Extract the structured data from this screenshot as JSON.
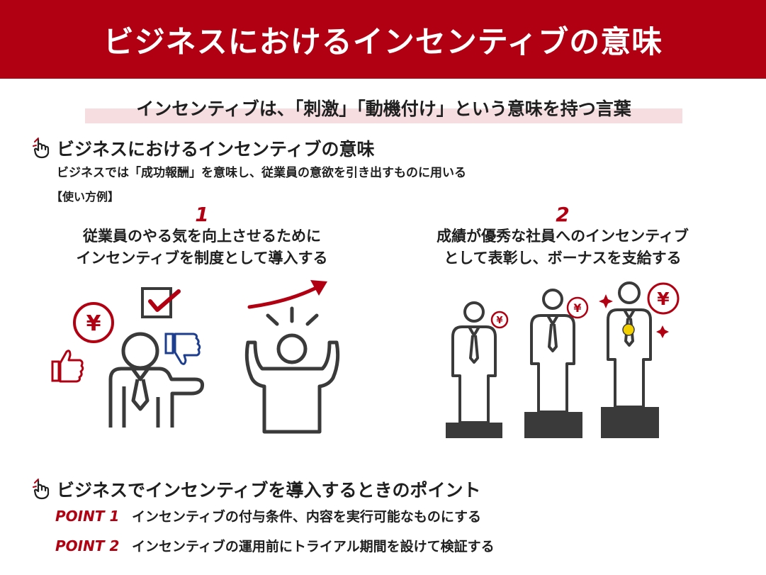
{
  "title": "ビジネスにおけるインセンティブの意味",
  "subtitle": "インセンティブは、「刺激」「動機付け」という意味を持つ言葉",
  "section1": {
    "heading": "ビジネスにおけるインセンティブの意味",
    "description": "ビジネスでは「成功報酬」を意味し、従業員の意欲を引き出すものに用いる",
    "usage_label": "【使い方例】",
    "examples": [
      {
        "number": "1",
        "text": "従業員のやる気を向上させるために\nインセンティブを制度として導入する"
      },
      {
        "number": "2",
        "text": "成績が優秀な社員へのインセンティブ\nとして表彰し、ボーナスを支給する"
      }
    ]
  },
  "section2": {
    "heading": "ビジネスでインセンティブを導入するときのポイント",
    "points": [
      {
        "label": "POINT 1",
        "text": "インセンティブの付与条件、内容を実行可能なものにする"
      },
      {
        "label": "POINT 2",
        "text": "インセンティブの運用前にトライアル期間を設けて検証する"
      }
    ]
  },
  "icons": {
    "yen": "¥",
    "list": [
      "pointing-hand-icon",
      "yen-coin-icon",
      "checkbox-icon",
      "thumbs-up-icon",
      "thumbs-down-icon",
      "presenter-icon",
      "arrow-up-icon",
      "cheering-person-icon",
      "podium-icon",
      "gold-medal-icon",
      "sparkle-icon"
    ]
  },
  "colors": {
    "accent": "#b20013",
    "dark": "#3a3a3a",
    "blue": "#1d3d8f",
    "gold": "#f2cf00",
    "highlight": "#f5dde0"
  }
}
